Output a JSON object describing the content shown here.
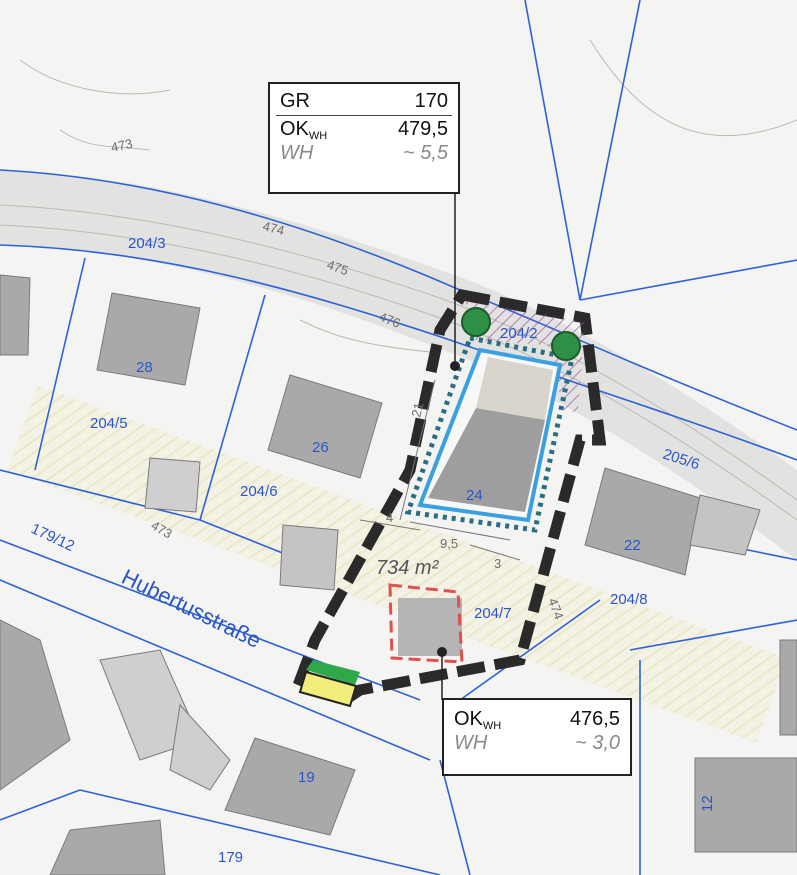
{
  "map": {
    "street_name": "Hubertusstraße",
    "parcels": [
      "204/3",
      "204/5",
      "204/6",
      "204/2",
      "205/6",
      "204/7",
      "204/8",
      "179/12",
      "179"
    ],
    "house_numbers": [
      "28",
      "26",
      "24",
      "22",
      "19",
      "12"
    ],
    "contours": [
      "473",
      "474",
      "475",
      "476",
      "473",
      "474"
    ],
    "area_label": "734 m²",
    "dimension_labels": [
      "21",
      "4",
      "9,5",
      "3"
    ],
    "colors": {
      "parcel_line": "#2f62d6",
      "building_fill": "#a9a9a9",
      "boundary": "#2a2a2a",
      "planned_building": "#3aa0e0",
      "garage_dashed": "#e05050",
      "tree": "#2f8f46",
      "hatch": "#a04aa8",
      "marker_yellow": "#f2ec7a",
      "marker_green": "#2fa84a"
    }
  },
  "info_top": {
    "gr_label": "GR",
    "gr_value": "170",
    "ok_label": "OK",
    "ok_sub": "WH",
    "ok_value": "479,5",
    "wh_label": "WH",
    "wh_value": "~ 5,5"
  },
  "info_bottom": {
    "ok_label": "OK",
    "ok_sub": "WH",
    "ok_value": "476,5",
    "wh_label": "WH",
    "wh_value": "~ 3,0"
  }
}
